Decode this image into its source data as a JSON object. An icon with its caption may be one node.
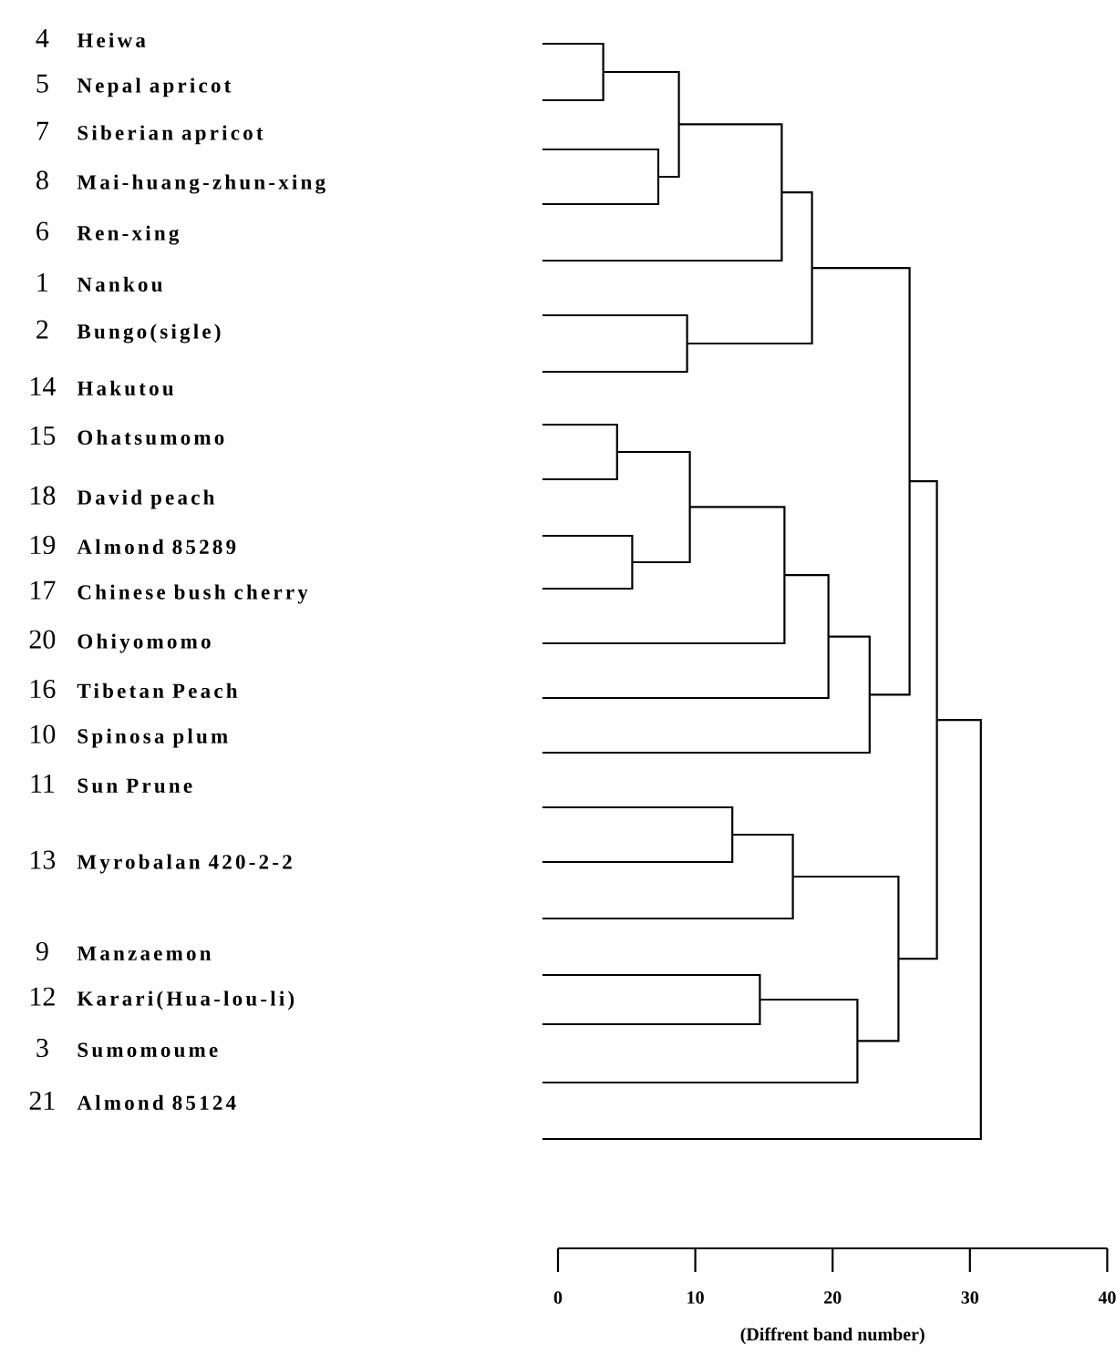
{
  "diagram": {
    "nodes": [
      {
        "text": [
          "4",
          "Heiwa"
        ]
      },
      {
        "text": [
          "5",
          "Nepal apricot"
        ]
      },
      {
        "text": [
          "7",
          "Siberian apricot"
        ]
      },
      {
        "text": [
          "8",
          "Mai-huang-zhun-xing"
        ]
      },
      {
        "text": [
          "6",
          "Ren-xing"
        ]
      },
      {
        "text": [
          "1",
          "Nankou"
        ]
      },
      {
        "text": [
          "2",
          "Bungo(sigle)"
        ]
      },
      {
        "text": [
          "14",
          "Hakutou"
        ]
      },
      {
        "text": [
          "15",
          "Ohatsumomo"
        ]
      },
      {
        "text": [
          "18",
          "David peach"
        ]
      },
      {
        "text": [
          "19",
          "Almond 85289"
        ]
      },
      {
        "text": [
          "17",
          "Chinese bush cherry"
        ]
      },
      {
        "text": [
          "20",
          "Ohiyomomo"
        ]
      },
      {
        "text": [
          "16",
          "Tibetan Peach"
        ]
      },
      {
        "text": [
          "10",
          "Spinosa plum"
        ]
      },
      {
        "text": [
          "11",
          "Sun Prune"
        ]
      },
      {
        "text": [
          "13",
          "Myrobalan 420-2-2"
        ]
      },
      {
        "text": [
          "9",
          "Manzaemon"
        ]
      },
      {
        "text": [
          "12",
          "Karari(Hua-lou-li)"
        ]
      },
      {
        "text": [
          "3",
          "Sumomoume"
        ]
      },
      {
        "text": [
          "21",
          "Almond 85124"
        ]
      }
    ],
    "labels": [
      "0",
      "10",
      "20",
      "30",
      "40",
      "(Diffrent band number)"
    ]
  }
}
